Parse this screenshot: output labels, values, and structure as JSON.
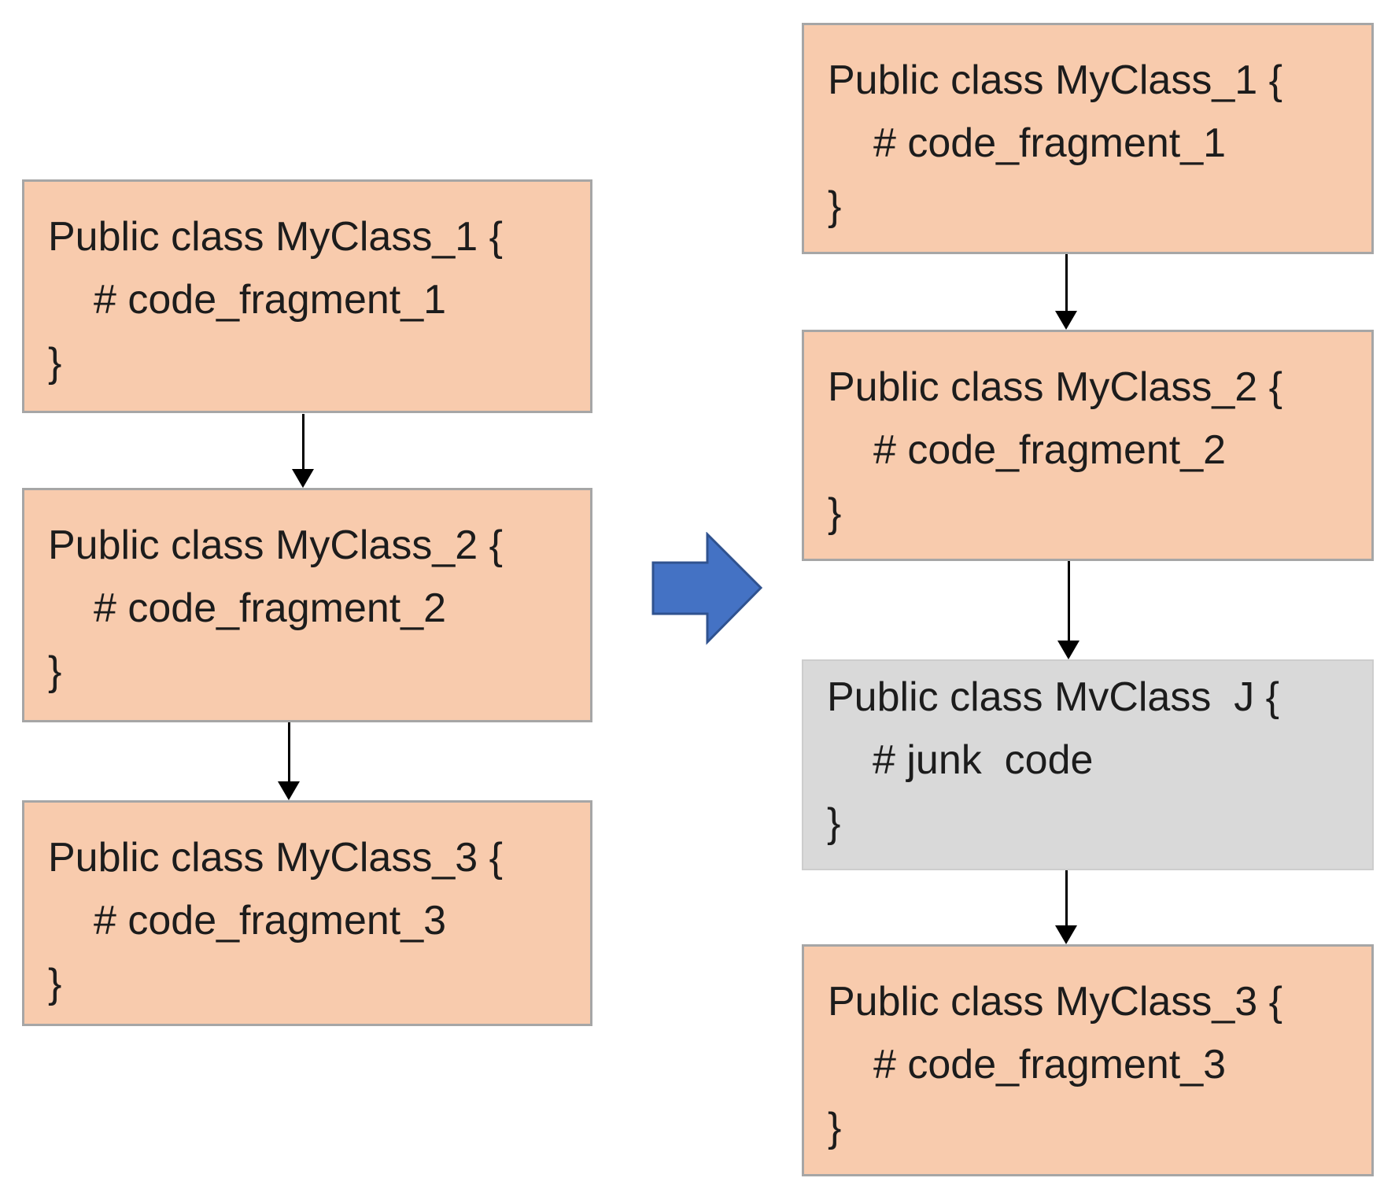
{
  "diagram": {
    "left_column": {
      "boxes": [
        {
          "lines": [
            "Public class MyClass_1 {",
            "# code_fragment_1",
            "}"
          ]
        },
        {
          "lines": [
            "Public class MyClass_2 {",
            "# code_fragment_2",
            "}"
          ]
        },
        {
          "lines": [
            "Public class MyClass_3 {",
            "# code_fragment_3",
            "}"
          ]
        }
      ]
    },
    "right_column": {
      "boxes": [
        {
          "lines": [
            "Public class MyClass_1 {",
            "# code_fragment_1",
            "}"
          ]
        },
        {
          "lines": [
            "Public class MyClass_2 {",
            "# code_fragment_2",
            "}"
          ]
        },
        {
          "lines": [
            "Public class MvClass  J {",
            "# junk  code",
            "}"
          ]
        },
        {
          "lines": [
            "Public class MyClass_3 {",
            "# code_fragment_3",
            "}"
          ]
        }
      ]
    },
    "colors": {
      "class_box_fill": "#f8cbad",
      "class_box_border": "#a6a6a6",
      "junk_box_fill": "#d9d9d9",
      "connector_arrow": "#000000",
      "transform_arrow_fill": "#4472c4",
      "transform_arrow_border": "#2f528f",
      "text": "#1c1c1c"
    }
  }
}
